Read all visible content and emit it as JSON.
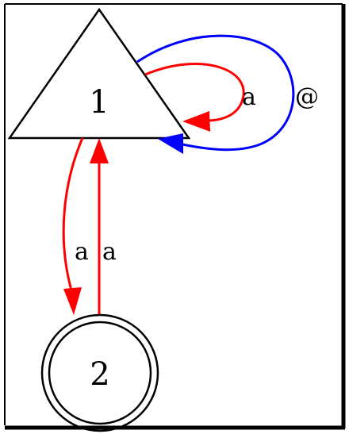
{
  "diagram": {
    "nodes": [
      {
        "id": "1",
        "label": "1",
        "shape": "triangle"
      },
      {
        "id": "2",
        "label": "2",
        "shape": "doublecircle"
      }
    ],
    "edges": [
      {
        "id": "e-self-a",
        "from": "1",
        "to": "1",
        "label": "a",
        "color": "#ff0000"
      },
      {
        "id": "e-self-at",
        "from": "1",
        "to": "1",
        "label": "@",
        "color": "#0000ff"
      },
      {
        "id": "e-1-2",
        "from": "1",
        "to": "2",
        "label": "a",
        "color": "#ff0000"
      },
      {
        "id": "e-2-1",
        "from": "2",
        "to": "1",
        "label": "a",
        "color": "#ff0000"
      }
    ],
    "colors": {
      "frame": "#000000",
      "node_stroke": "#000000",
      "background": "#ffffff"
    }
  }
}
